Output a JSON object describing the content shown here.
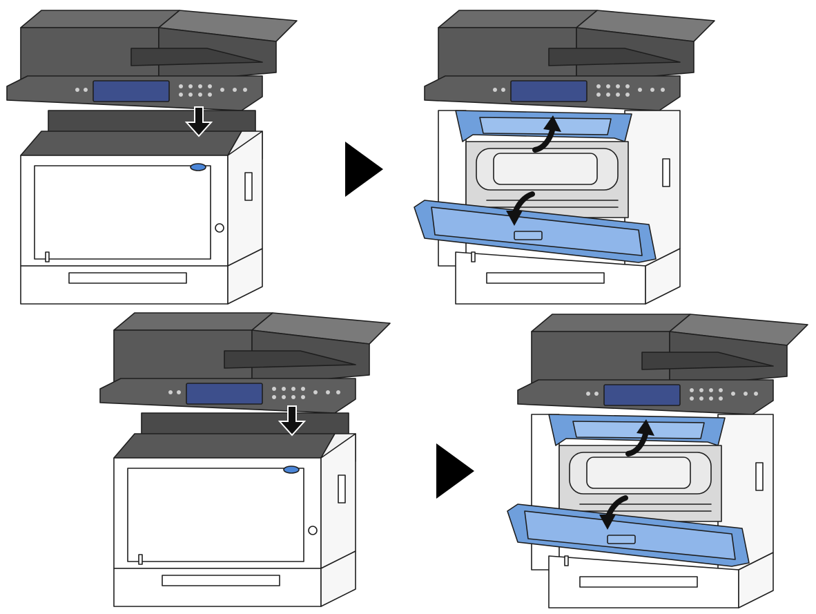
{
  "diagram": {
    "steps": [
      {
        "id": "row1-press",
        "door": "closed",
        "action": "press-release-button"
      },
      {
        "id": "row1-open",
        "door": "open",
        "action": "open-front-cover"
      },
      {
        "id": "row2-press",
        "door": "closed",
        "action": "press-release-button"
      },
      {
        "id": "row2-open",
        "door": "open",
        "action": "open-front-cover"
      }
    ],
    "separator_icon": "play-triangle-icon",
    "colors": {
      "body_dark": "#595959",
      "body_dark_top": "#6b6b6b",
      "panel_screen": "#3d4f8c",
      "body_white": "#ffffff",
      "cover_blue": "#6f9fdc",
      "cover_blue_light": "#9cc0ee",
      "button_blue": "#4b86d8",
      "arrow": "#111111"
    }
  }
}
